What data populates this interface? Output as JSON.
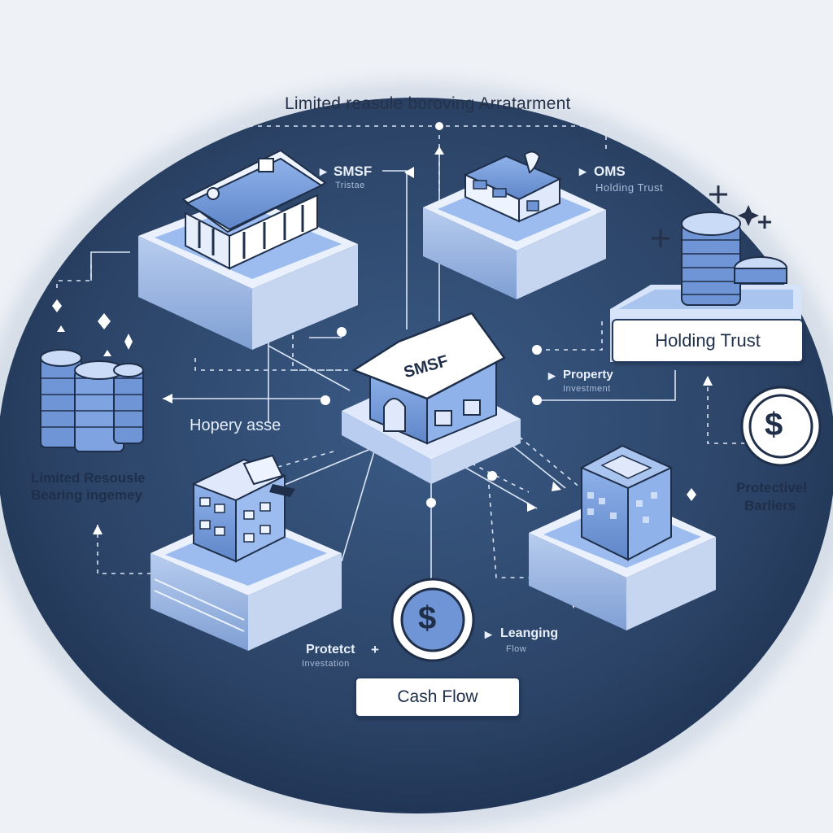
{
  "title": "Limited reasule boroving Arratarment",
  "center": {
    "badge": "SMSF"
  },
  "nodes": {
    "smsf_tag": {
      "name": "SMSF",
      "sub": "Tristae"
    },
    "holding_tag": {
      "name": "OMS",
      "sub": "Holding Trust"
    },
    "property_tag": {
      "name": "Property",
      "sub": "Investment"
    },
    "hopery": "Hopery asse",
    "limited_left": {
      "line1": "Limited Resousle",
      "line2": "Bearing ingemey"
    },
    "protective": {
      "line1": "Protectivel",
      "line2": "Barliers"
    },
    "protect_tag": {
      "name": "Protetct",
      "sub": "Investation"
    },
    "leanging_tag": {
      "name": "Leanging",
      "sub": "Flow"
    }
  },
  "boxes": {
    "holding_trust": "Holding Trust",
    "cash_flow": "Cash Flow"
  },
  "icons": {
    "dollar_symbol": "$",
    "names": [
      "bank-icon",
      "house-icon",
      "building-icon",
      "vault-icon",
      "coin-stack-icon",
      "dollar-circle-icon",
      "sparkle-icon",
      "arrow-icon"
    ]
  },
  "colors": {
    "background": "#eef1f6",
    "disc": "#2b4366",
    "platform_top": "#dfe9fb",
    "platform_glow": "#7faaf0",
    "block": "#6f95d6",
    "ink": "#1f2f4a"
  }
}
